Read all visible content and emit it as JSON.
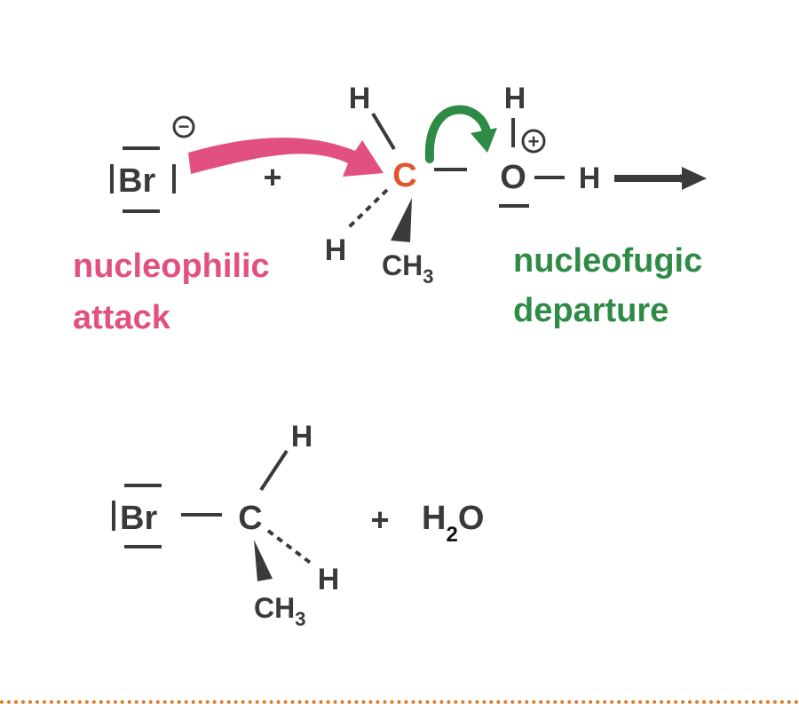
{
  "colors": {
    "atom": "#3a3a3a",
    "carbon": "#e0552e",
    "attack": "#e2507f",
    "departure": "#2e8b45",
    "footer_rule": "#e07b2a"
  },
  "reactants": {
    "bromide": "Br",
    "plus": "+",
    "carbon": "C",
    "hydrogen_top": "H",
    "hydrogen_left": "H",
    "methyl_c": "CH",
    "methyl_sub": "3",
    "oxygen": "O",
    "oxygen_h_top": "H",
    "oxygen_h_right": "H",
    "minus_sign": "−",
    "plus_sign": "+"
  },
  "labels": {
    "attack_line1": "nucleophilic",
    "attack_line2": "attack",
    "departure_line1": "nucleofugic",
    "departure_line2": "departure"
  },
  "products": {
    "bromine": "Br",
    "carbon": "C",
    "hydrogen_top": "H",
    "hydrogen_right": "H",
    "methyl_c": "CH",
    "methyl_sub": "3",
    "plus": "+",
    "water_h": "H",
    "water_sub": "2",
    "water_o": "O"
  }
}
